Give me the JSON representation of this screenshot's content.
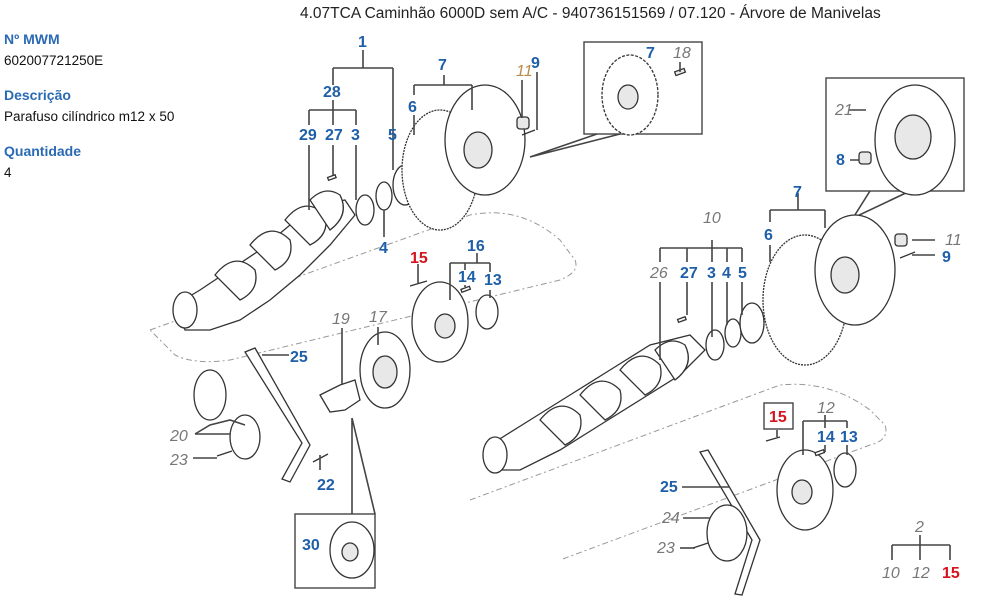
{
  "header": {
    "title": "4.07TCA Caminhão 6000D sem A/C - 940736151569  /  07.120 - Árvore de Manivelas"
  },
  "details": [
    {
      "label": "Nº MWM",
      "value": "602007721250E"
    },
    {
      "label": "Descrição",
      "value": "Parafuso cilíndrico m12 x 50"
    },
    {
      "label": "Quantidade",
      "value": "4"
    }
  ],
  "colors": {
    "label_blue": "#1f5fa8",
    "label_red": "#d7141e",
    "label_gray": "#777777",
    "heading_blue": "#2a6ab5"
  },
  "callouts": {
    "c1": "1",
    "c28": "28",
    "c29": "29",
    "c27a": "27",
    "c3a": "3",
    "c5a": "5",
    "c7a": "7",
    "c6a": "6",
    "c11a": "11",
    "c9a": "9",
    "c7b": "7",
    "c18": "18",
    "c21": "21",
    "c8": "8",
    "c4a": "4",
    "c15a": "15",
    "c16": "16",
    "c14a": "14",
    "c13a": "13",
    "c19": "19",
    "c17": "17",
    "c25a": "25",
    "c20": "20",
    "c23a": "23",
    "c22": "22",
    "c30": "30",
    "c10": "10",
    "c26": "26",
    "c27b": "27",
    "c3b": "3",
    "c4b": "4",
    "c5b": "5",
    "c7c": "7",
    "c6b": "6",
    "c11b": "11",
    "c9b": "9",
    "c15b": "15",
    "c12": "12",
    "c14b": "14",
    "c13b": "13",
    "c25b": "25",
    "c24": "24",
    "c23b": "23",
    "c2": "2",
    "c10b": "10",
    "c12b": "12",
    "c15c": "15"
  }
}
